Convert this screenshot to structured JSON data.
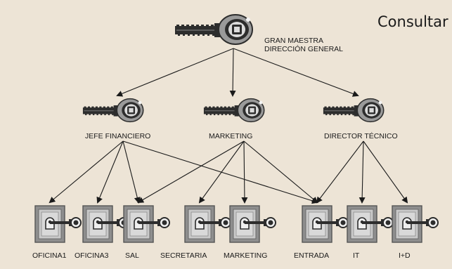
{
  "title": "Consultar",
  "colors": {
    "background": "#ede4d6",
    "ink": "#1a1a1a",
    "key_metal": "#9a9a9a",
    "key_dark": "#2d2d2d",
    "lock_body": "#8e8e8e",
    "lock_face": "#c9c9c9"
  },
  "master": {
    "id": "gran-maestra",
    "label_lines": [
      "GRAN MAESTRA",
      "DIRECCIÓN GENERAL"
    ]
  },
  "sub_masters": [
    {
      "id": "jefe-financiero",
      "label": "JEFE FINANCIERO"
    },
    {
      "id": "marketing",
      "label": "MARKETING"
    },
    {
      "id": "director-tecnico",
      "label": "DIRECTOR TÉCNICO"
    }
  ],
  "locks": [
    {
      "id": "oficina1",
      "label": "OFICINA1"
    },
    {
      "id": "oficina3",
      "label": "OFICINA3"
    },
    {
      "id": "sal",
      "label": "SAL"
    },
    {
      "id": "secretaria",
      "label": "SECRETARIA"
    },
    {
      "id": "marketing-lock",
      "label": "MARKETING"
    },
    {
      "id": "entrada",
      "label": "ENTRADA"
    },
    {
      "id": "it",
      "label": "IT"
    },
    {
      "id": "i-d",
      "label": "I+D"
    }
  ],
  "access": [
    {
      "from": "gran-maestra",
      "to": "jefe-financiero"
    },
    {
      "from": "gran-maestra",
      "to": "marketing"
    },
    {
      "from": "gran-maestra",
      "to": "director-tecnico"
    },
    {
      "from": "jefe-financiero",
      "to": "oficina1"
    },
    {
      "from": "jefe-financiero",
      "to": "oficina3"
    },
    {
      "from": "jefe-financiero",
      "to": "sal"
    },
    {
      "from": "jefe-financiero",
      "to": "entrada"
    },
    {
      "from": "marketing",
      "to": "sal"
    },
    {
      "from": "marketing",
      "to": "secretaria"
    },
    {
      "from": "marketing",
      "to": "marketing-lock"
    },
    {
      "from": "marketing",
      "to": "entrada"
    },
    {
      "from": "director-tecnico",
      "to": "entrada"
    },
    {
      "from": "director-tecnico",
      "to": "it"
    },
    {
      "from": "director-tecnico",
      "to": "i-d"
    }
  ]
}
